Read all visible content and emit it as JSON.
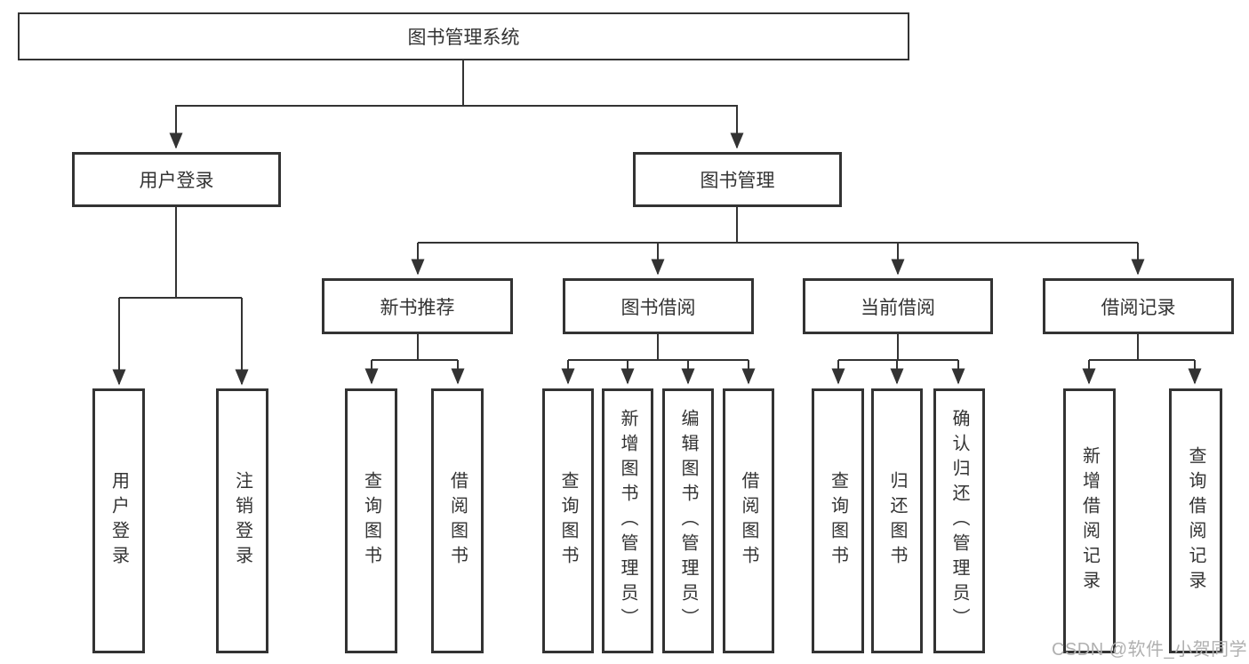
{
  "diagram": {
    "type": "hierarchy-tree",
    "direction": "top-down"
  },
  "colors": {
    "line": "#333333",
    "box_border": "#333333",
    "text": "#333333",
    "background": "#ffffff",
    "watermark": "#b0b0b0"
  },
  "tree": {
    "label": "图书管理系统",
    "children": [
      {
        "label": "用户登录",
        "children": [
          {
            "label": "用户登录"
          },
          {
            "label": "注销登录"
          }
        ]
      },
      {
        "label": "图书管理",
        "children": [
          {
            "label": "新书推荐",
            "children": [
              {
                "label": "查询图书"
              },
              {
                "label": "借阅图书"
              }
            ]
          },
          {
            "label": "图书借阅",
            "children": [
              {
                "label": "查询图书"
              },
              {
                "label": "新增图书（管理员）"
              },
              {
                "label": "编辑图书（管理员）"
              },
              {
                "label": "借阅图书"
              }
            ]
          },
          {
            "label": "当前借阅",
            "children": [
              {
                "label": "查询图书"
              },
              {
                "label": "归还图书"
              },
              {
                "label": "确认归还（管理员）"
              }
            ]
          },
          {
            "label": "借阅记录",
            "children": [
              {
                "label": "新增借阅记录"
              },
              {
                "label": "查询借阅记录"
              }
            ]
          }
        ]
      }
    ]
  },
  "watermark": {
    "text": "CSDN @软件_小贺同学"
  }
}
